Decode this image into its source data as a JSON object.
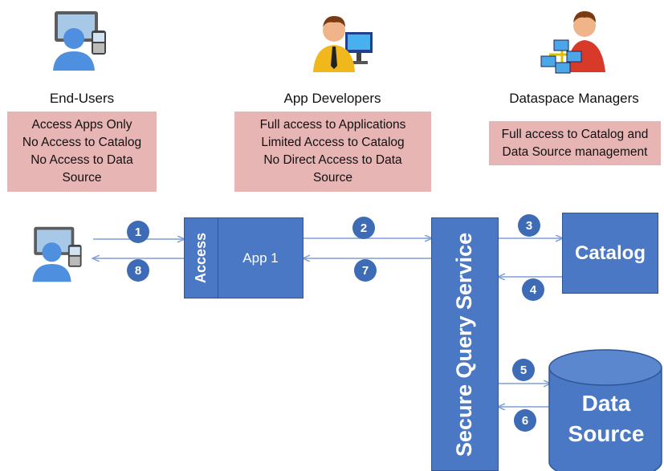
{
  "roles": [
    {
      "title": "End-Users",
      "icon": "end-user-icon",
      "lines": [
        "Access Apps Only",
        "No Access to Catalog",
        "No Access to Data",
        "Source"
      ]
    },
    {
      "title": "App Developers",
      "icon": "developer-icon",
      "lines": [
        "Full access to Applications",
        "Limited Access to Catalog",
        "No Direct Access to Data",
        "Source"
      ]
    },
    {
      "title": "Dataspace Managers",
      "icon": "manager-icon",
      "lines": [
        "Full access to Catalog and",
        "Data Source management"
      ]
    }
  ],
  "components": {
    "access": "Access",
    "app": "App 1",
    "service": "Secure Query Service",
    "catalog": "Catalog",
    "data_source_line1": "Data",
    "data_source_line2": "Source"
  },
  "steps": [
    "1",
    "2",
    "3",
    "4",
    "5",
    "6",
    "7",
    "8"
  ],
  "colors": {
    "box_fill": "#4a78c4",
    "box_border": "#2f5597",
    "badge": "#3d6bb5",
    "arrow": "#7f9fd6",
    "permission_fill": "#e8b5b5"
  }
}
